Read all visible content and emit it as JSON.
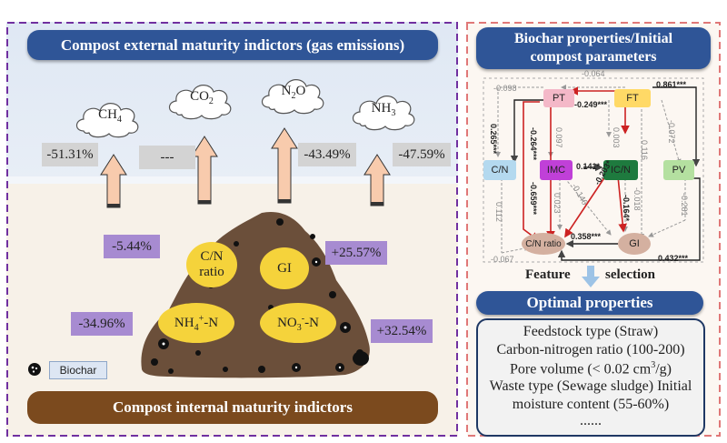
{
  "left_panel": {
    "top_banner": "Compost external maturity indictors (gas emissions)",
    "bottom_banner": "Compost internal maturity indictors",
    "gases": [
      {
        "base": "CH",
        "sub": "4",
        "tail": "",
        "change": "-51.31%"
      },
      {
        "base": "CO",
        "sub": "2",
        "tail": "",
        "change": "---"
      },
      {
        "base": "N",
        "sub": "2",
        "tail": "O",
        "change": "-43.49%"
      },
      {
        "base": "NH",
        "sub": "3",
        "tail": "",
        "change": "-47.59%"
      }
    ],
    "indicators": {
      "cn_ratio": {
        "line1": "C/N",
        "line2": "ratio",
        "change": "-5.44%"
      },
      "gi": {
        "label": "GI",
        "change": "+25.57%"
      },
      "nh4": {
        "base": "NH",
        "sub": "4",
        "sup": "+",
        "tail": "-N",
        "change": "-34.96%"
      },
      "no3": {
        "base": "NO",
        "sub": "3",
        "sup": "-",
        "tail": "-N",
        "change": "+32.54%"
      }
    },
    "legend_label": "Biochar"
  },
  "right_panel": {
    "top_banner_line1": "Biochar properties/Initial",
    "top_banner_line2": "compost parameters",
    "nodes": {
      "pt": "PT",
      "ft": "FT",
      "cn": "C/N",
      "imc": "IMC",
      "icn": "IC/N",
      "pv": "PV",
      "cnr": "C/N ratio",
      "gi": "GI"
    },
    "coefficients": {
      "c1": "-0.064",
      "c2": "-0.098",
      "c3": "0.861***",
      "c4": "-0.249***",
      "c5": "0.265***",
      "c6": "-0.264***",
      "c7": "0.097",
      "c8": "0.003",
      "c9": "0.116",
      "c10": "-0.072",
      "c11": "0.141*",
      "c12": "-0.659***",
      "c13": "-0.146",
      "c14": "0.023",
      "c15": "-0.203*",
      "c16": "-0.018",
      "c17": "-0.164*",
      "c18": "-0.281",
      "c19": "0.112",
      "c20": "-0.067",
      "c21": "0.358***",
      "c22": "0.432***"
    },
    "feature_left": "Feature",
    "feature_right": "selection",
    "optimal_banner": "Optimal properties",
    "optimal_lines": [
      "Feedstock type (Straw)",
      "Carbon-nitrogen ratio (100-200)",
      "Waste type (Sewage sludge) Initial",
      "moisture content (55-60%)",
      "......"
    ],
    "pore_line": {
      "text": "Pore volume (< 0.02 cm",
      "sup": "3",
      "tail": "/g)"
    }
  },
  "colors": {
    "banner_blue": "#2f5597",
    "banner_brown": "#7b4a1e",
    "left_border": "#7030a0",
    "right_border": "#e07878",
    "pct_grey": "#d3d3d3",
    "pct_purple": "#a78bd1",
    "indicator_yellow": "#f5d33b",
    "arrow_fill": "#f8cbad",
    "compost_brown": "#6b4f3a",
    "path_red": "#cc2222"
  }
}
